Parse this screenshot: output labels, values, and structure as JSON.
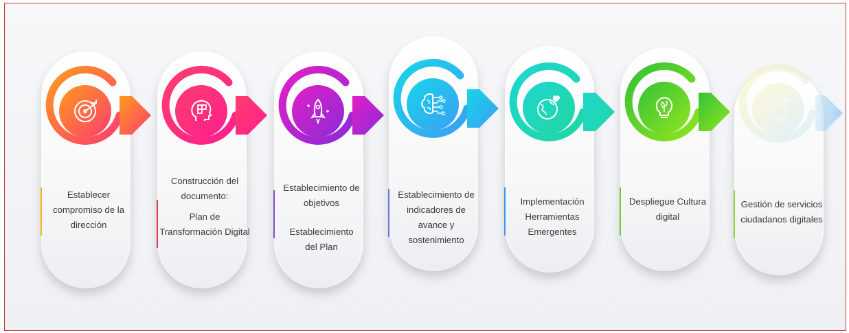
{
  "steps": [
    {
      "icon": "target-icon",
      "color_start": "#ff9a1f",
      "color_end": "#ff3d6e",
      "accent": "#f2b51e",
      "label_lines": [
        "Establecer",
        "compromiso de la",
        "dirección"
      ]
    },
    {
      "icon": "head-puzzle-icon",
      "color_start": "#ff3d6e",
      "color_end": "#ff1f8e",
      "accent": "#e0344f",
      "label_lines": [
        "Construcción del",
        "documento:",
        "",
        "Plan de",
        "Transformación Digital"
      ]
    },
    {
      "icon": "rocket-icon",
      "color_start": "#e21fc7",
      "color_end": "#8b2bd8",
      "accent": "#7c4fc8",
      "label_lines": [
        "Establecimiento de",
        "objetivos",
        "",
        "Establecimiento",
        "del Plan"
      ]
    },
    {
      "icon": "brain-circuit-icon",
      "color_start": "#18d4e8",
      "color_end": "#3aa0f5",
      "accent": "#6678d9",
      "label_lines": [
        "Establecimiento de",
        "indicadores de",
        "avance y",
        "sostenimiento"
      ]
    },
    {
      "icon": "globe-heart-icon",
      "color_start": "#1fd6cf",
      "color_end": "#20d7a3",
      "accent": "#3c95ea",
      "label_lines": [
        "Implementación",
        "Herramientas",
        "Emergentes"
      ]
    },
    {
      "icon": "lightbulb-leaf-icon",
      "color_start": "#36c236",
      "color_end": "#8fe51f",
      "accent": "#6ecb2c",
      "label_lines": [
        "Despliegue Cultura",
        "digital"
      ]
    },
    {
      "icon": "globe-heart-icon",
      "color_start": "#fff4a6",
      "color_end": "#bfe3f5",
      "accent": "#8bd23a",
      "label_lines": [
        "Gestión de servicios",
        "ciudadanos digitales"
      ]
    }
  ]
}
